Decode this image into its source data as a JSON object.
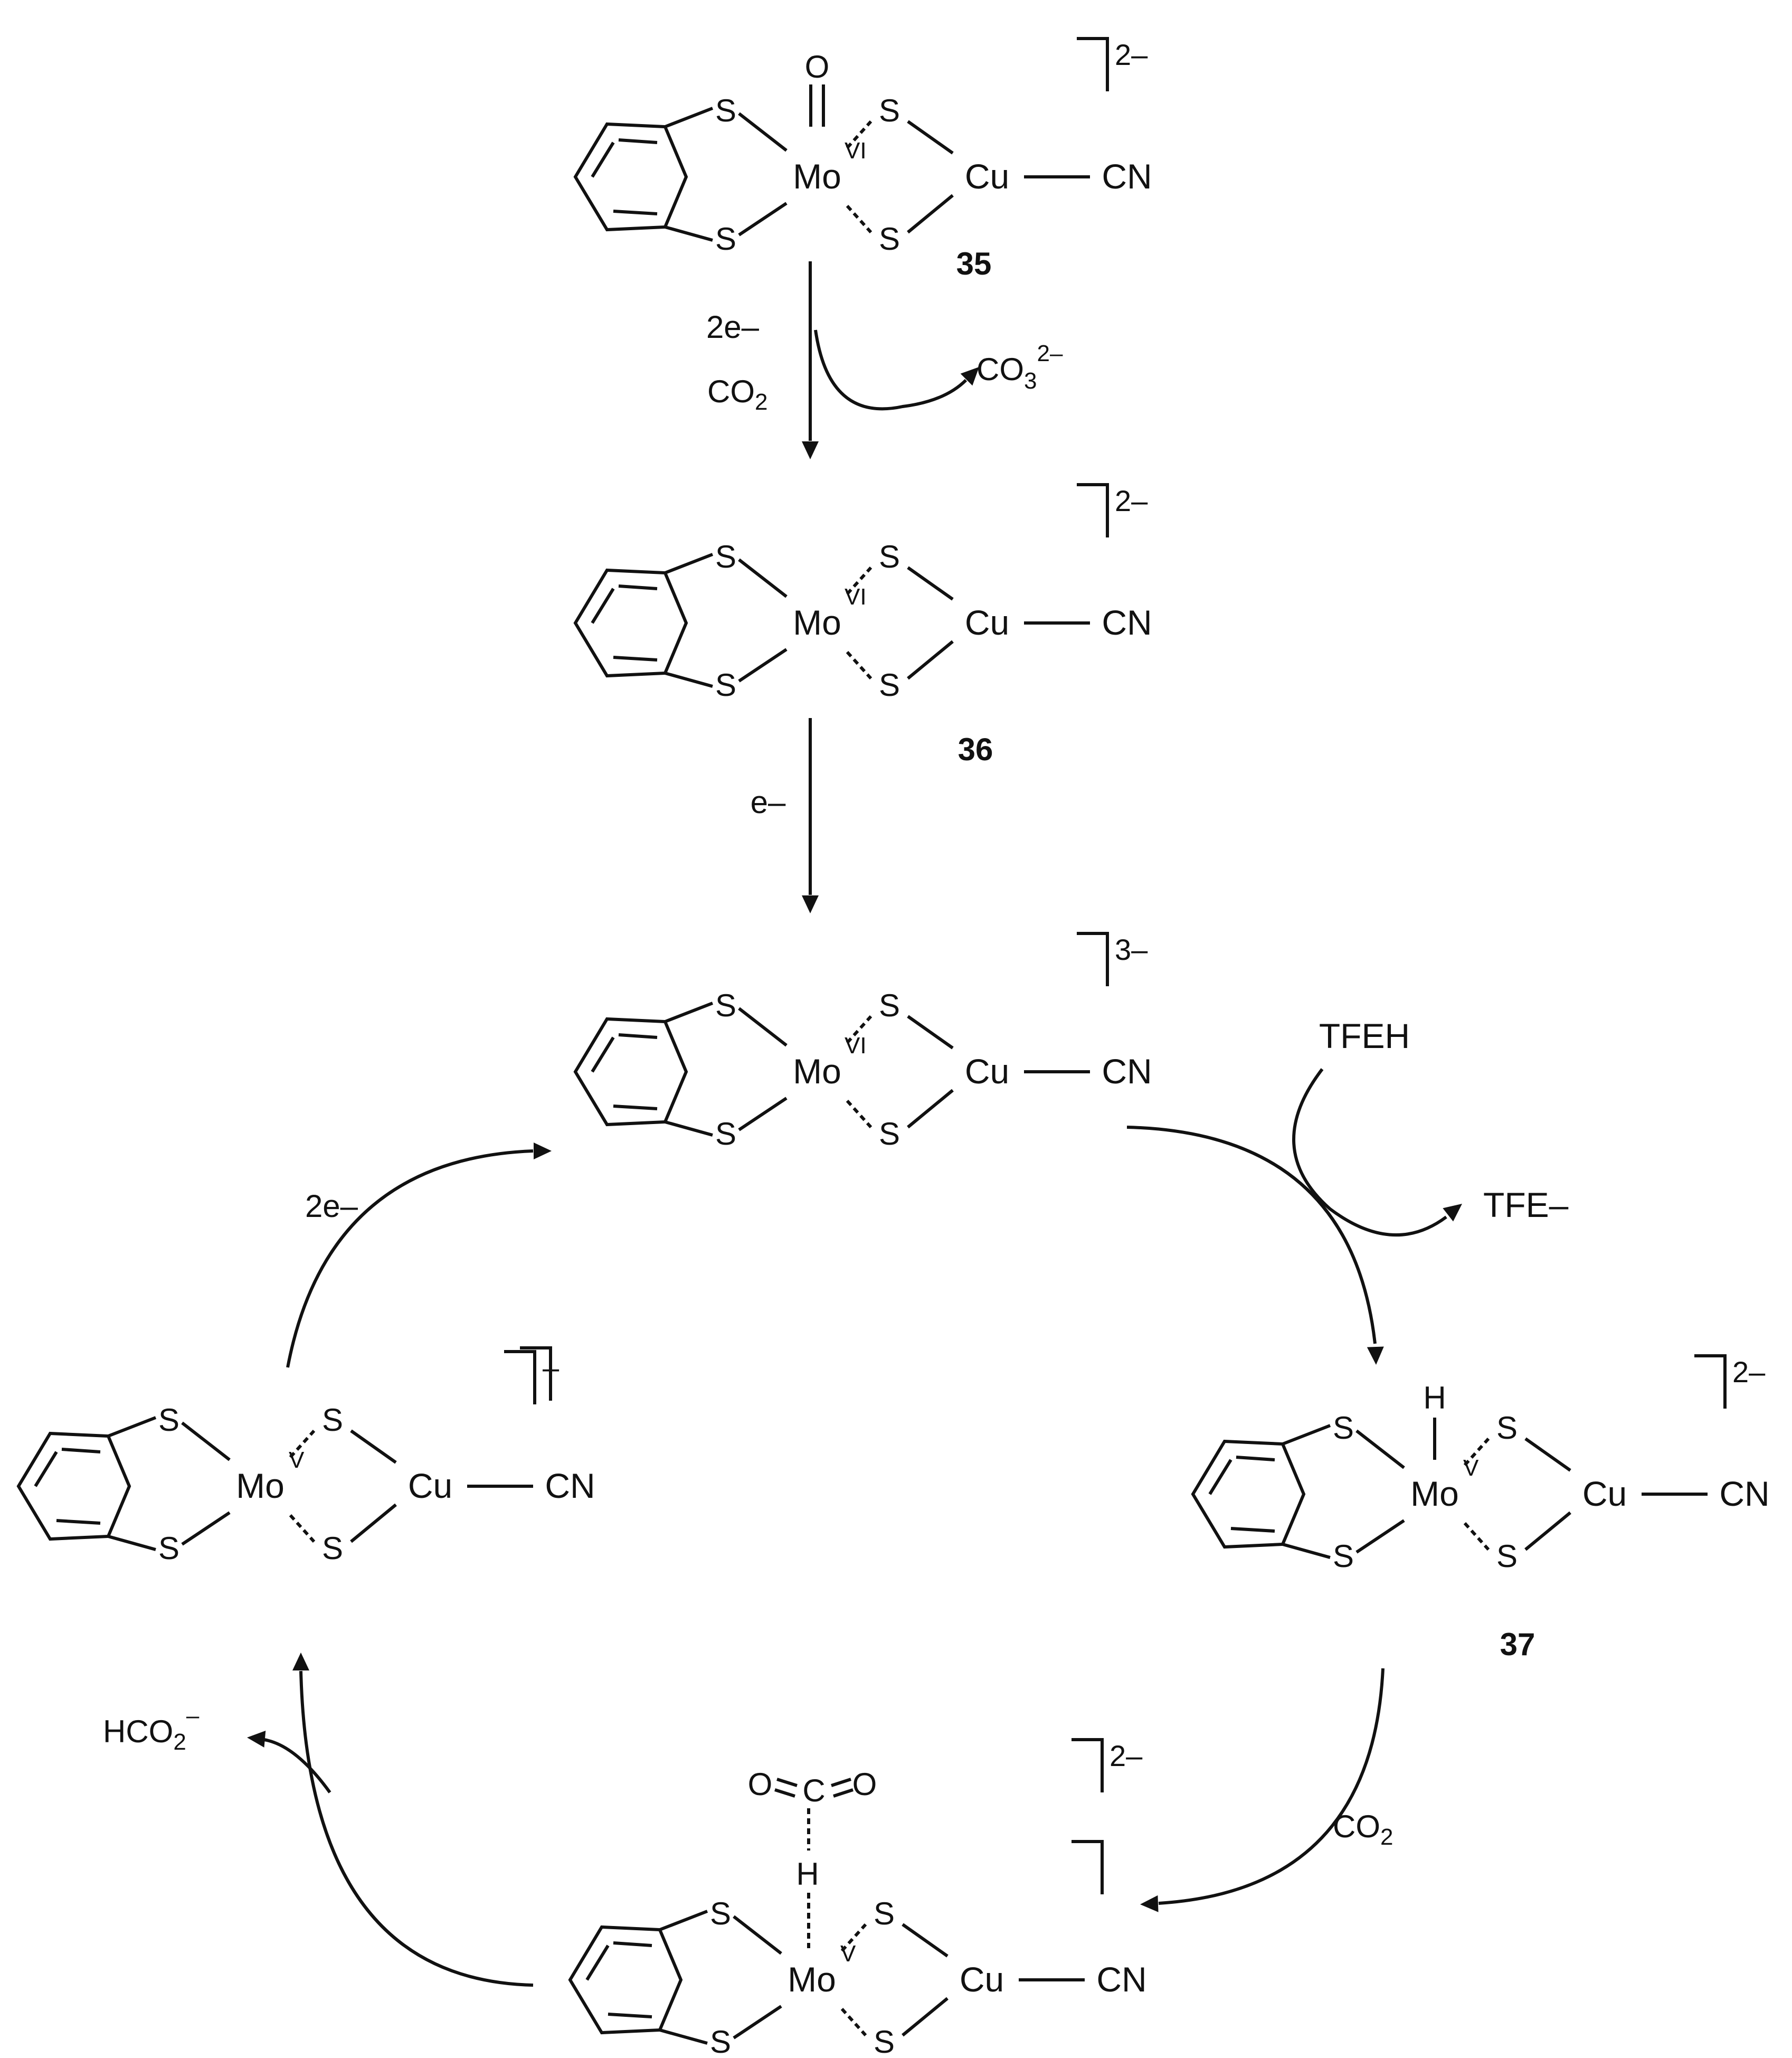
{
  "figure": {
    "atoms": {
      "sulfur": "S",
      "oxygen": "O",
      "hydrogen": "H",
      "carbon": "C",
      "molybdenum": "Mo",
      "copper": "Cu",
      "cyanide": "CN"
    },
    "oxidation_states": {
      "mo_vi": "VI",
      "mo_v": "V"
    },
    "compounds": {
      "c35": {
        "label": "35",
        "charge": "2–"
      },
      "c36": {
        "label": "36",
        "charge": "2–"
      },
      "c_mid": {
        "charge": "3–"
      },
      "c37": {
        "label": "37",
        "charge": "2–"
      },
      "c_bottom": {
        "charge": "2–"
      },
      "c_left": {
        "charge": "–"
      }
    },
    "reagents": {
      "step1_electrons": "2e–",
      "step1_co2": "CO",
      "step1_co2_sub": "2",
      "step1_byproduct": "CO",
      "step1_byproduct_sub": "3",
      "step1_byproduct_sup": "2–",
      "step2_electron": "e–",
      "tfeh": "TFEH",
      "tfe_anion": "TFE–",
      "step_co2": "CO",
      "step_co2_sub": "2",
      "formate": "HCO",
      "formate_sub": "2",
      "formate_sup": "–",
      "cycle_electrons": "2e–"
    }
  }
}
